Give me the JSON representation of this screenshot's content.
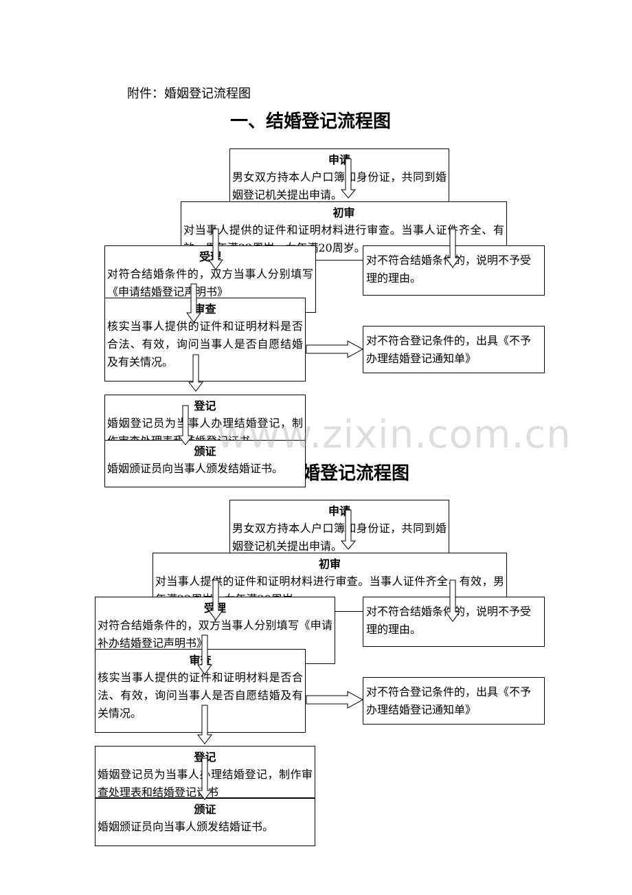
{
  "attachment_title": "附件：婚姻登记流程图",
  "title1": "一、结婚登记流程图",
  "title2_visible_part": "婚登记流程图",
  "watermark": "www.zixin.com.cn",
  "chart1": {
    "apply": {
      "title": "申请",
      "body": "男女双方持本人户口簿和身份证，共同到婚姻登记机关提出申请。"
    },
    "review": {
      "title": "初审",
      "body": "对当事人提供的证件和证明材料进行审查。当事人证件齐全、有效，男年满22周岁，女年满20周岁。"
    },
    "reject1": "对不符合结婚条件的，说明不予受理的理由。",
    "accept": {
      "title": "受理",
      "body": "对符合结婚条件的，双方当事人分别填写《申请结婚登记声明书》"
    },
    "examine": {
      "title": "审查",
      "body": "核实当事人提供的证件和证明材料是否合法、有效，询问当事人是否自愿结婚及有关情况。"
    },
    "reject2": "对不符合登记条件的，出具《不予办理结婚登记通知单》",
    "register": {
      "title": "登记",
      "body": "婚姻登记员为当事人办理结婚登记，制作审查处理表和结婚登记证书"
    },
    "issue": {
      "title": "颁证",
      "body": "婚姻颁证员向当事人颁发结婚证书。"
    }
  },
  "chart2": {
    "apply": {
      "title": "申请",
      "body": "男女双方持本人户口簿和身份证，共同到婚姻登记机关提出申请。"
    },
    "review": {
      "title": "初审",
      "body": "对当事人提供的证件和证明材料进行审查。当事人证件齐全、有效，男年满22周岁，女年满20周岁。"
    },
    "reject1": "对不符合结婚条件的，说明不予受理的理由。",
    "accept": {
      "title": "受理",
      "body": "对符合结婚条件的，双方当事人分别填写《申请补办结婚登记声明书》"
    },
    "examine": {
      "title": "审查",
      "body": "核实当事人提供的证件和证明材料是否合法、有效，询问当事人是否自愿结婚及有关情况。"
    },
    "reject2": "对不符合登记条件的，出具《不予办理结婚登记通知单》",
    "register": {
      "title": "登记",
      "body": "婚姻登记员为当事人办理结婚登记，制作审查处理表和结婚登记证书"
    },
    "issue": {
      "title": "颁证",
      "body": "婚姻颁证员向当事人颁发结婚证书。"
    }
  }
}
